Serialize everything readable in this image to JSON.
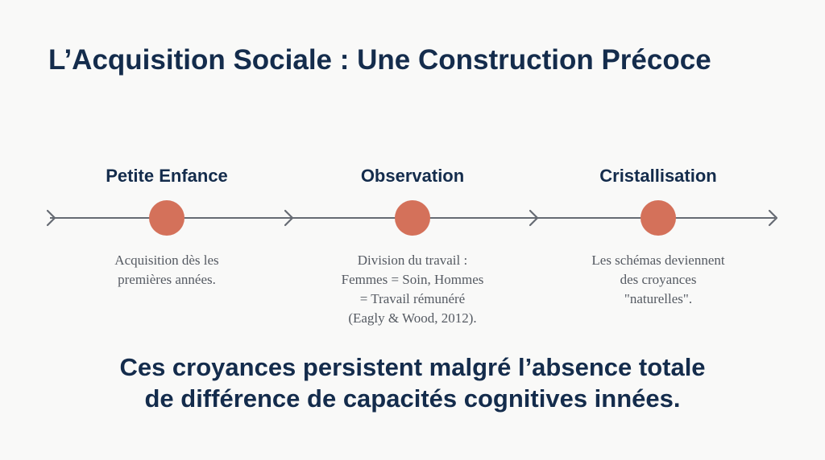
{
  "slide": {
    "title": "L’Acquisition Sociale : Une Construction Précoce",
    "conclusion": [
      "Ces croyances persistent malgré l’absence totale",
      "de différence de capacités cognitives innées."
    ]
  },
  "timeline": {
    "stages": [
      {
        "heading": "Petite Enfance",
        "lines": [
          "Acquisition dès les",
          "premières années."
        ]
      },
      {
        "heading": "Observation",
        "lines": [
          "Division du travail :",
          "Femmes = Soin, Hommes",
          "= Travail rémunéré",
          "(Eagly & Wood, 2012)."
        ]
      },
      {
        "heading": "Cristallisation",
        "lines": [
          "Les schémas deviennent",
          "des croyances",
          "\"naturelles\"."
        ]
      }
    ]
  },
  "colors": {
    "title": "#142c4c",
    "body_text": "#555a62",
    "node": "#d4715a",
    "line": "#666b73",
    "background": "#f9f9f8"
  }
}
